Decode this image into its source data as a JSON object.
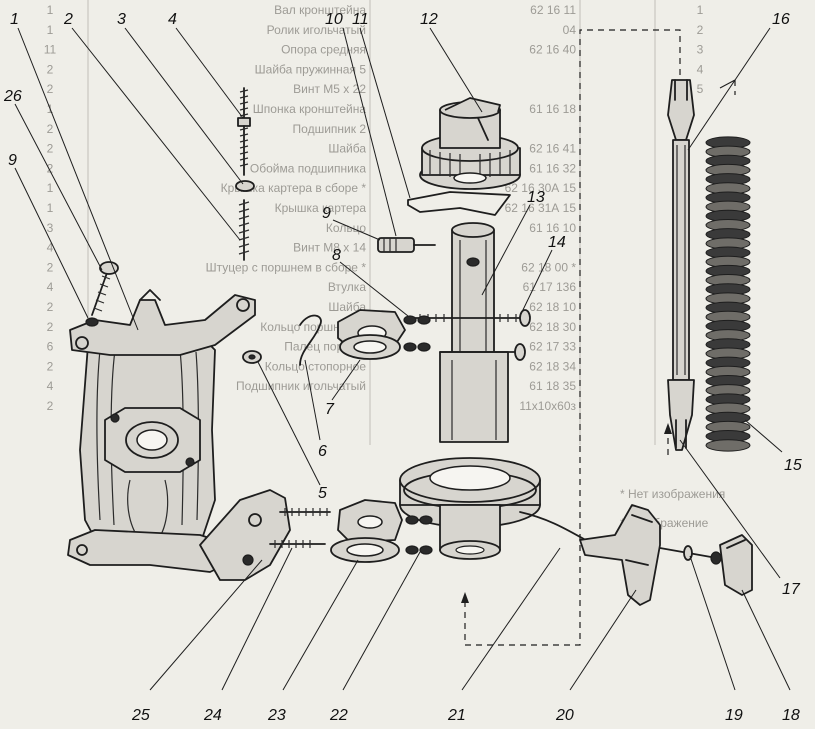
{
  "background_table": {
    "names": [
      "Вал кронштейна",
      "Ролик игольчатый",
      "Опора средняя",
      "Шайба пружинная 5",
      "Винт М5 х 22",
      "Шпонка кронштейна",
      "Подшипник 2",
      "Шайба",
      "Обойма подшипника",
      "Крышка картера в сборе *",
      "Крышка картера",
      "Кольцо",
      "Винт М8 х 14",
      "Штуцер с поршнем в сборе *",
      "Втулка",
      "Шайба",
      "Кольцо поршневое",
      "Палец поршня",
      "Кольцо стопорное",
      "Подшипник игольчатый"
    ],
    "codes": [
      "62 16 11",
      "04",
      "62 16 40",
      "",
      "",
      "61 16 18",
      "",
      "62 16 41",
      "61 16 32",
      "62 16 30А 15",
      "62 16 31А 15",
      "61 16 10",
      "",
      "62 18 00 *",
      "61 17 136",
      "62 18 10",
      "62 18 30",
      "62 17 33",
      "62 18 34",
      "61 18 35",
      "11x10х60з"
    ],
    "left_qty": [
      "1",
      "1",
      "11",
      "2",
      "2",
      "1",
      "2",
      "2",
      "2",
      "1",
      "1",
      "3",
      "4",
      "2",
      "4",
      "2",
      "2",
      "6",
      "2",
      "4",
      "2"
    ],
    "right_qty": [
      "1",
      "2",
      "3",
      "4",
      "5"
    ],
    "footnotes": [
      "* Нет изображения",
      "** Изображение"
    ]
  },
  "callouts": [
    "1",
    "2",
    "3",
    "4",
    "26",
    "9",
    "10",
    "11",
    "12",
    "9",
    "13",
    "14",
    "8",
    "7",
    "6",
    "5",
    "16",
    "15",
    "17",
    "18",
    "19",
    "20",
    "21",
    "22",
    "23",
    "24",
    "25"
  ]
}
